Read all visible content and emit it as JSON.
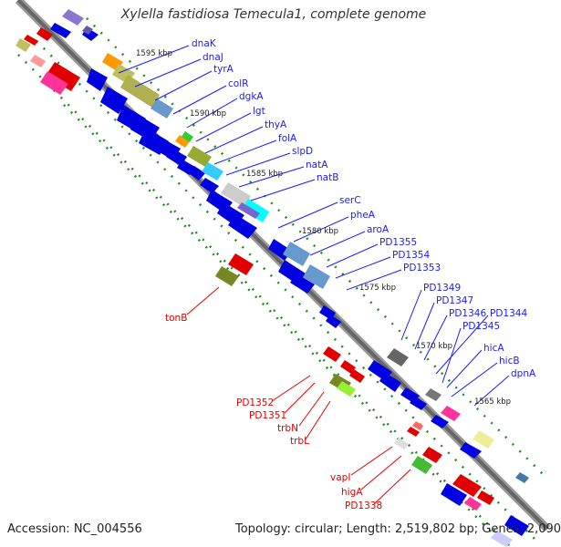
{
  "title": "Xylella fastidiosa Temecula1, complete genome",
  "footer": {
    "accession": "Accession: NC_004556",
    "topology": "Topology: circular; Length: 2,519,802 bp; Genes: 2,090"
  },
  "ticks": [
    "1595 kbp",
    "1590 kbp",
    "1585 kbp",
    "1580 kbp",
    "1575 kbp",
    "1570 kbp",
    "1565 kbp"
  ],
  "blue_labels": [
    "dnaK",
    "dnaJ",
    "tyrA",
    "colR",
    "dgkA",
    "lgt",
    "thyA",
    "folA",
    "slpD",
    "natA",
    "natB",
    "serC",
    "pheA",
    "aroA",
    "PD1355",
    "PD1354",
    "PD1353",
    "PD1349",
    "PD1347",
    "PD1346",
    "PD1344",
    "PD1345",
    "hicA",
    "hicB",
    "dpnA"
  ],
  "red_labels": [
    "tonB",
    "PD1352",
    "PD1351",
    "trbN",
    "trbL",
    "vapI",
    "higA",
    "PD1338"
  ],
  "colors": {
    "backbone": "#777777",
    "forward_gene": "#0000e0",
    "reverse_gene": "#e00000",
    "blue_label": "#1a1aff",
    "red_label": "#e00000",
    "dotted_track": "#228b22"
  }
}
